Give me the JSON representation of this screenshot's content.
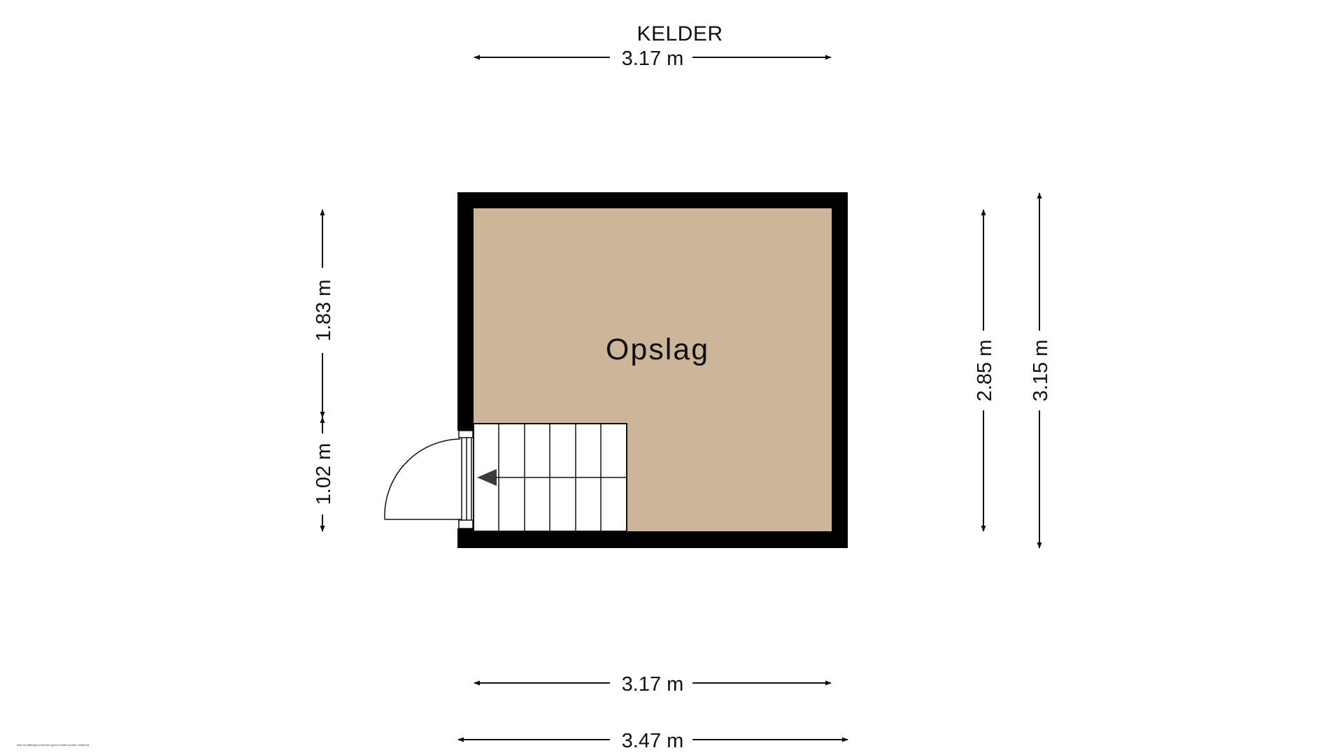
{
  "plan": {
    "floor_title": "KELDER",
    "room_label": "Opslag",
    "disclaimer": "Aan de plattegrond kunnen geen rechten worden ontleend.",
    "dimensions": {
      "top_width": "3.17 m",
      "bottom_inner_width": "3.17 m",
      "bottom_outer_width": "3.47 m",
      "left_upper": "1.83 m",
      "left_lower": "1.02 m",
      "right_inner": "2.85 m",
      "right_outer": "3.15 m"
    },
    "colors": {
      "floor": "#ccb598",
      "wall": "#000000",
      "background": "#ffffff"
    }
  }
}
